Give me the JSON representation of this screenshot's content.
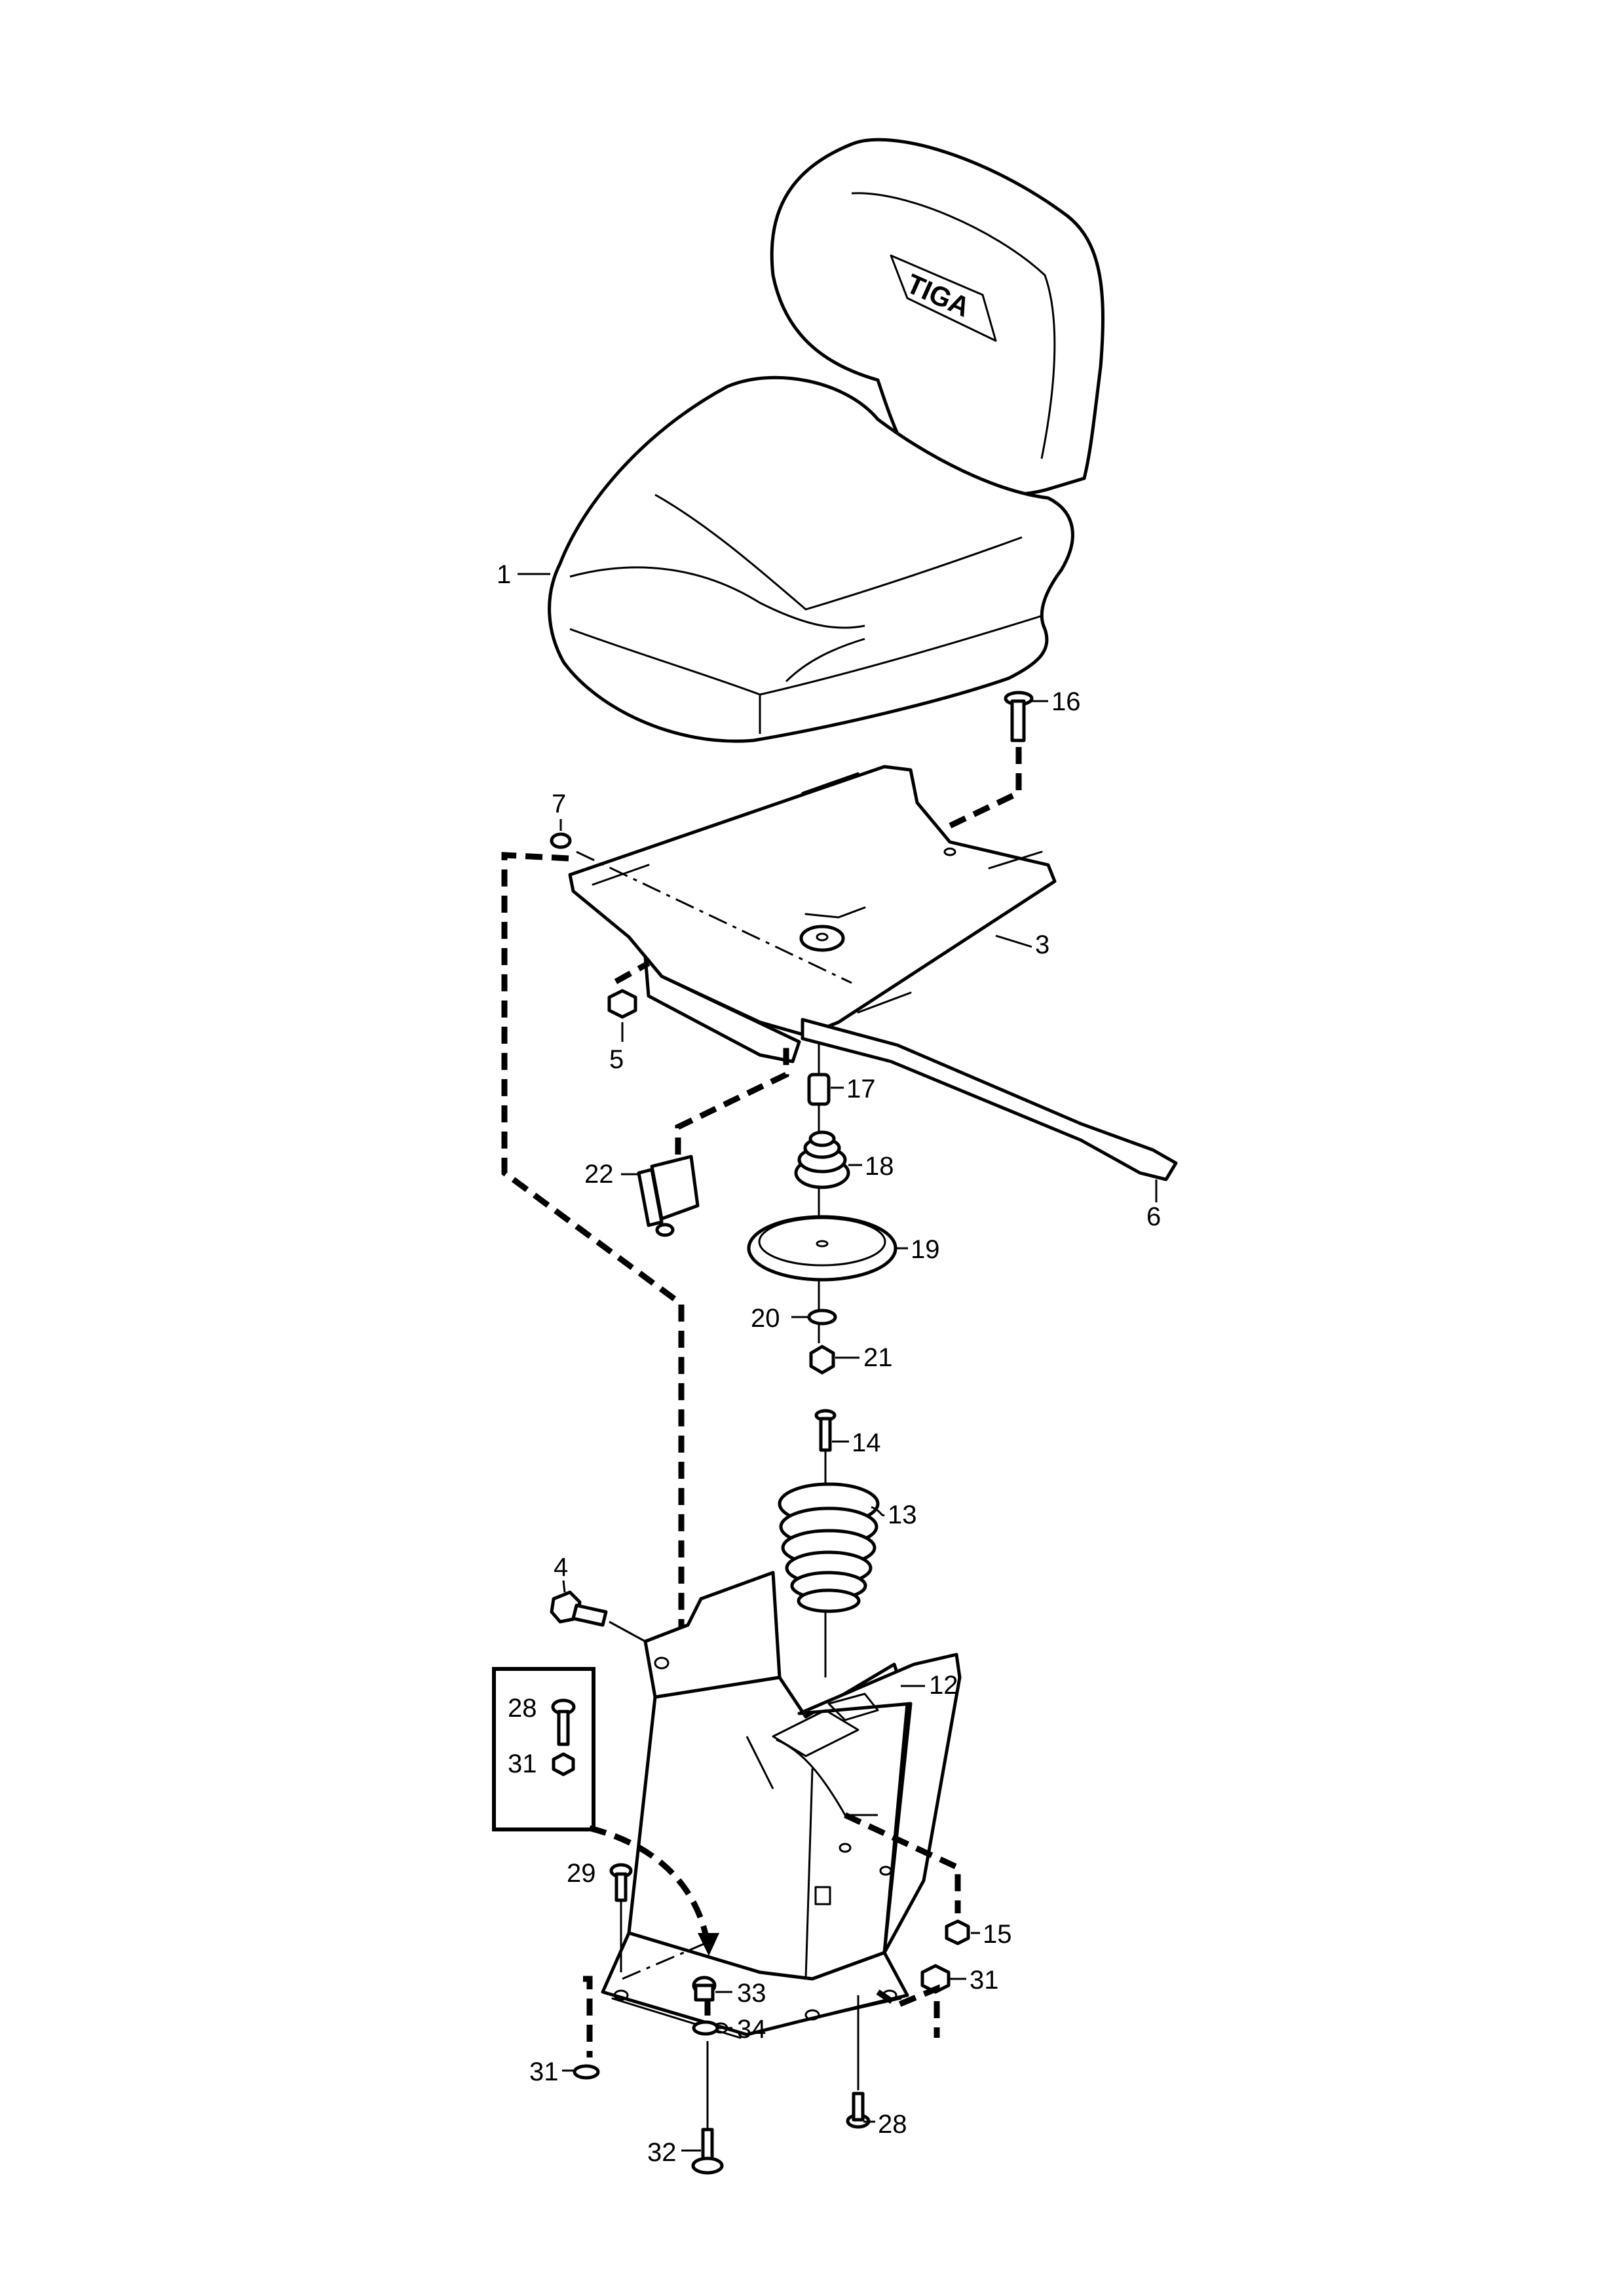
{
  "diagram": {
    "brand_mark": "TIGA",
    "callouts": {
      "p1": "1",
      "p3": "3",
      "p4": "4",
      "p5": "5",
      "p6": "6",
      "p7": "7",
      "p12": "12",
      "p13": "13",
      "p14": "14",
      "p15": "15",
      "p16": "16",
      "p17": "17",
      "p18": "18",
      "p19": "19",
      "p20": "20",
      "p21": "21",
      "p22": "22",
      "p28a": "28",
      "p28b": "28",
      "p29": "29",
      "p31a": "31",
      "p31b": "31",
      "p31c": "31",
      "p32": "32",
      "p33": "33",
      "p34": "34"
    }
  }
}
